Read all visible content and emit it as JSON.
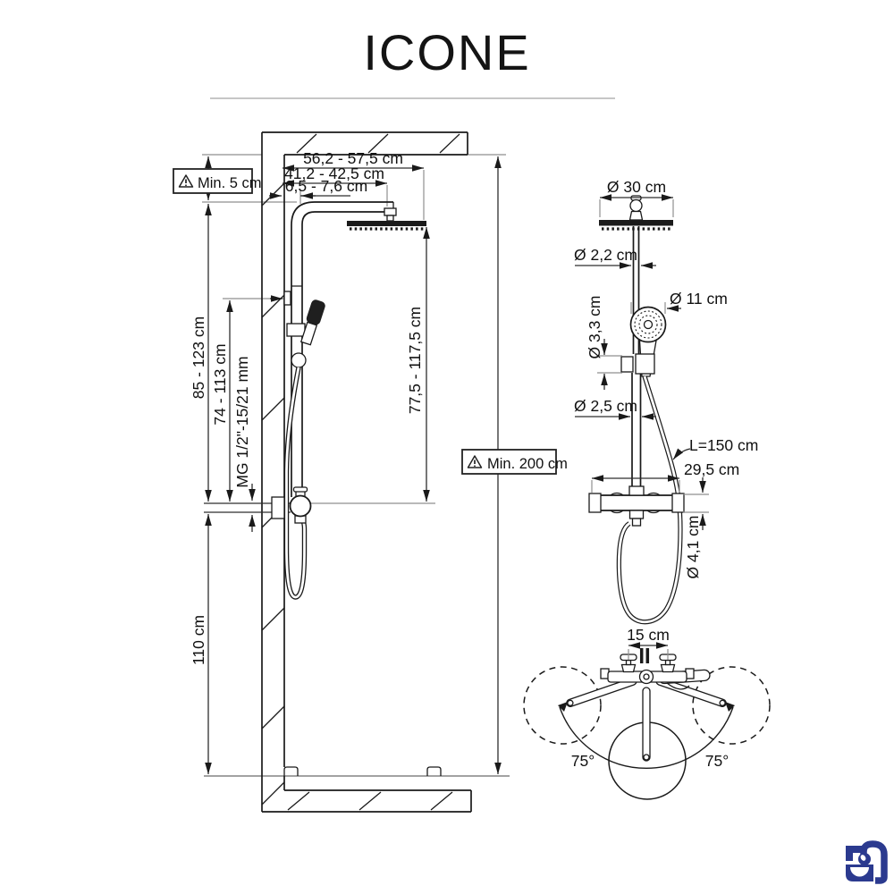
{
  "title": "ICONE",
  "wall_view": {
    "min_ceiling_gap": "Min. 5 cm",
    "min_height": "Min. 200 cm",
    "width_total": "56,2 - 57,5 cm",
    "width_arm": "41,2 - 42,5 cm",
    "width_wall_offset": "6,5 - 7,6 cm",
    "height_column_top": "85 - 123 cm",
    "height_bracket": "74 - 113 cm",
    "connection_thread": "MG 1/2\"-15/21 mm",
    "height_head_range": "77,5 - 117,5 cm",
    "height_mixer": "110 cm"
  },
  "column_view": {
    "head_diameter": "Ø 30 cm",
    "upper_pipe_diameter": "Ø 2,2 cm",
    "handshower_diameter": "Ø 11 cm",
    "holder_diameter": "Ø 3,3 cm",
    "lower_pipe_diameter": "Ø 2,5 cm",
    "hose_length": "L=150 cm",
    "mixer_width": "29,5 cm",
    "mixer_diameter": "Ø 4,1 cm"
  },
  "top_view": {
    "handle_spacing": "15 cm",
    "swivel_left": "75°",
    "swivel_right": "75°"
  },
  "colors": {
    "ink": "#1a1a1a",
    "dim_line": "#2e2e2e",
    "ext_line": "#8f8f8f",
    "divider": "#c6c6c6",
    "logo": "#2b3a8f"
  }
}
